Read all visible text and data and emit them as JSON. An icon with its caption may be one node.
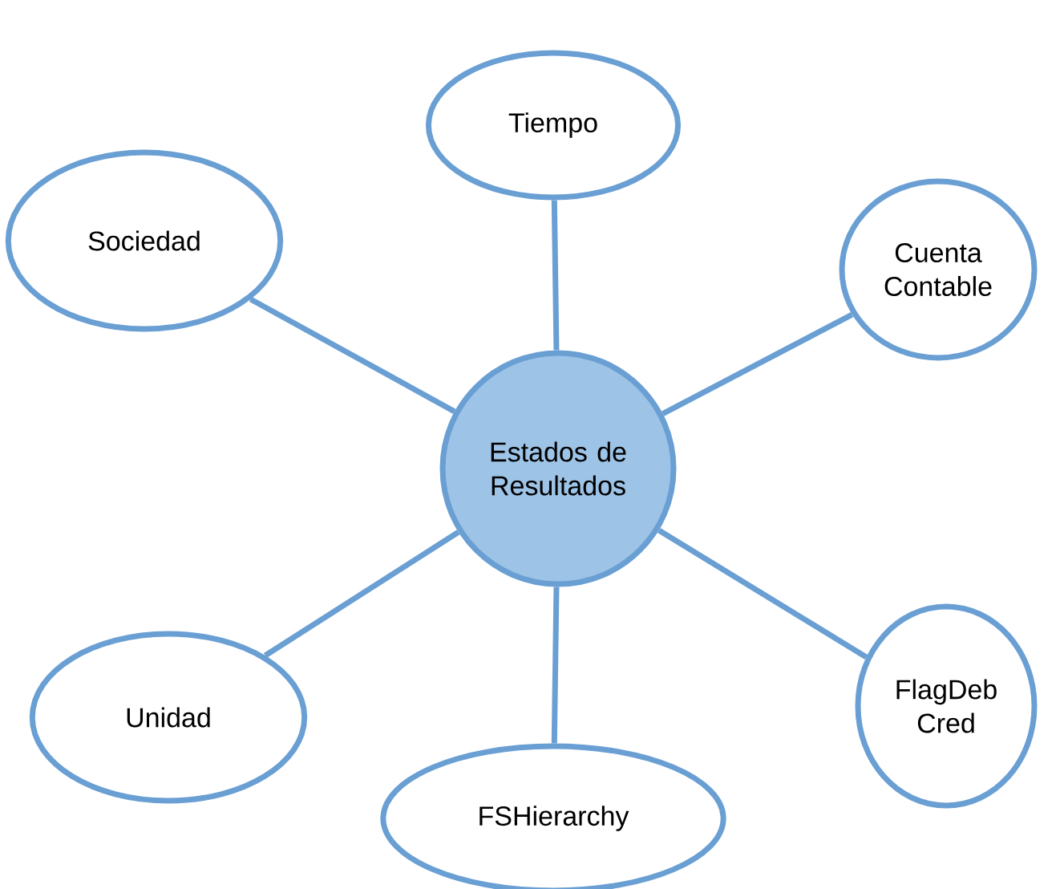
{
  "diagram": {
    "nodes": [
      {
        "text": [
          "Estados de Resultados"
        ]
      },
      {
        "text": [
          "Tiempo"
        ]
      },
      {
        "text": [
          "Sociedad"
        ]
      },
      {
        "text": [
          "Cuenta Contable"
        ]
      },
      {
        "text": [
          "Unidad"
        ]
      },
      {
        "text": [
          "FlagDeb Cred"
        ]
      },
      {
        "text": [
          "FSHierarchy"
        ]
      }
    ],
    "edges": [
      {
        "from": 0,
        "to": 1,
        "arrow": "none"
      },
      {
        "from": 0,
        "to": 2,
        "arrow": "none"
      },
      {
        "from": 0,
        "to": 3,
        "arrow": "none"
      },
      {
        "from": 0,
        "to": 4,
        "arrow": "none"
      },
      {
        "from": 0,
        "to": 5,
        "arrow": "none"
      },
      {
        "from": 0,
        "to": 6,
        "arrow": "none"
      }
    ]
  }
}
